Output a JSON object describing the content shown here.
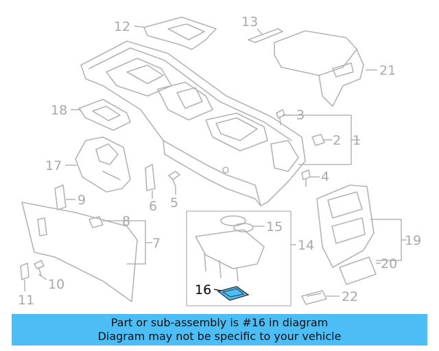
{
  "diagram": {
    "labels": [
      "1",
      "2",
      "3",
      "4",
      "5",
      "6",
      "7",
      "8",
      "9",
      "10",
      "11",
      "12",
      "13",
      "14",
      "15",
      "16",
      "17",
      "18",
      "19",
      "20",
      "21",
      "22"
    ],
    "highlighted_part": "16",
    "colors": {
      "line": "#b3b3b3",
      "label": "#a8a8a8",
      "highlight_label": "#000000",
      "highlight_fill": "#4dbdf5"
    }
  },
  "banner": {
    "line1": "Part or sub-assembly is #16 in diagram",
    "line2": "Diagram may not be specific to your vehicle",
    "background": "#4dbdf5"
  }
}
